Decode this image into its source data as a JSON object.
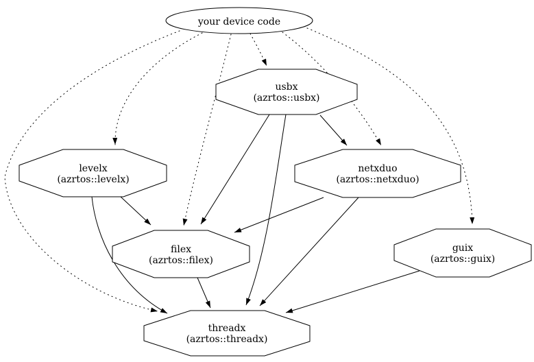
{
  "diagram": {
    "kind": "dependency-graph",
    "background_color": "#ffffff",
    "line_color": "#000000",
    "text_color": "#000000",
    "nodes": [
      {
        "id": "device",
        "shape": "ellipse",
        "label": "your device code",
        "sublabel": ""
      },
      {
        "id": "usbx",
        "shape": "octagon",
        "label": "usbx",
        "sublabel": "(azrtos::usbx)"
      },
      {
        "id": "levelx",
        "shape": "octagon",
        "label": "levelx",
        "sublabel": "(azrtos::levelx)"
      },
      {
        "id": "netxduo",
        "shape": "octagon",
        "label": "netxduo",
        "sublabel": "(azrtos::netxduo)"
      },
      {
        "id": "filex",
        "shape": "octagon",
        "label": "filex",
        "sublabel": "(azrtos::filex)"
      },
      {
        "id": "guix",
        "shape": "octagon",
        "label": "guix",
        "sublabel": "(azrtos::guix)"
      },
      {
        "id": "threadx",
        "shape": "octagon",
        "label": "threadx",
        "sublabel": "(azrtos::threadx)"
      }
    ],
    "edges": [
      {
        "from": "your device code",
        "to": "usbx",
        "style": "dotted"
      },
      {
        "from": "your device code",
        "to": "levelx",
        "style": "dotted"
      },
      {
        "from": "your device code",
        "to": "netxduo",
        "style": "dotted"
      },
      {
        "from": "your device code",
        "to": "filex",
        "style": "dotted"
      },
      {
        "from": "your device code",
        "to": "guix",
        "style": "dotted"
      },
      {
        "from": "your device code",
        "to": "threadx",
        "style": "dotted"
      },
      {
        "from": "usbx",
        "to": "netxduo",
        "style": "solid"
      },
      {
        "from": "usbx",
        "to": "filex",
        "style": "solid"
      },
      {
        "from": "usbx",
        "to": "threadx",
        "style": "solid"
      },
      {
        "from": "levelx",
        "to": "filex",
        "style": "solid"
      },
      {
        "from": "levelx",
        "to": "threadx",
        "style": "solid"
      },
      {
        "from": "netxduo",
        "to": "filex",
        "style": "solid"
      },
      {
        "from": "netxduo",
        "to": "threadx",
        "style": "solid"
      },
      {
        "from": "filex",
        "to": "threadx",
        "style": "solid"
      },
      {
        "from": "guix",
        "to": "threadx",
        "style": "solid"
      }
    ]
  }
}
